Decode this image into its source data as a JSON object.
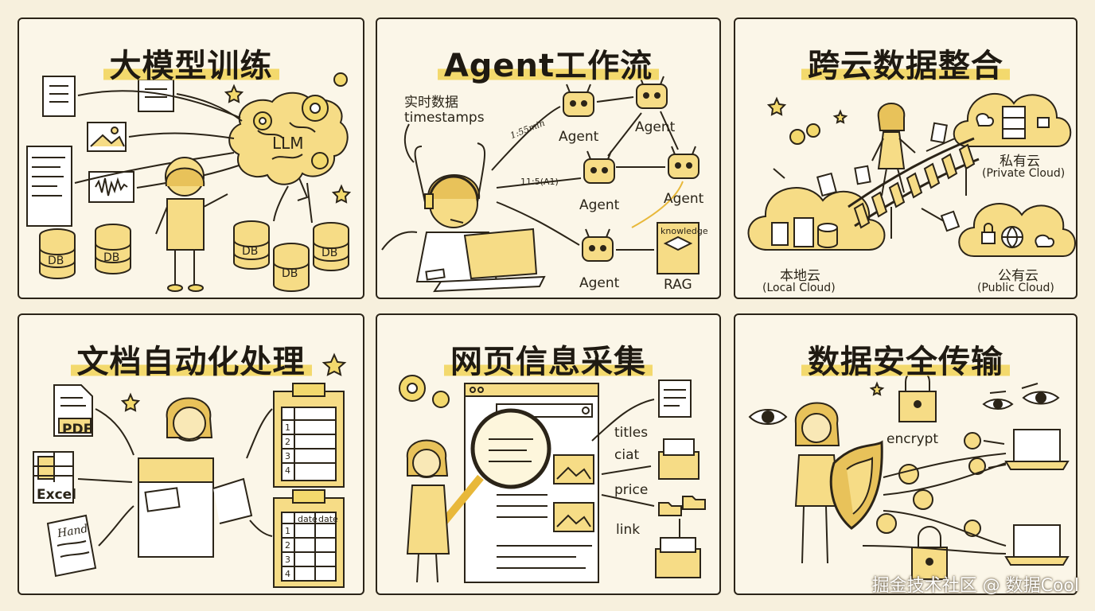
{
  "panels": {
    "llm": {
      "title": "大模型训练",
      "labels": {
        "brain": "LLM",
        "db1": "DB",
        "db2": "DB",
        "db3": "DB",
        "db4": "DB",
        "db5": "DB"
      }
    },
    "agent": {
      "title": "Agent工作流",
      "labels": {
        "realtime": "实时数据",
        "timestamps": "timestamps",
        "time1": "1:55min",
        "time2": "11:5(A1)",
        "agent1": "Agent",
        "agent2": "Agent",
        "agent3": "Agent",
        "agent4": "Agent",
        "agent5": "Agent",
        "knowledge": "knowledge",
        "rag": "RAG"
      }
    },
    "cloud": {
      "title": "跨云数据整合",
      "labels": {
        "private": "私有云",
        "private_en": "(Private Cloud)",
        "local": "本地云",
        "local_en": "(Local Cloud)",
        "public": "公有云",
        "public_en": "(Public Cloud)"
      }
    },
    "doc": {
      "title": "文档自动化处理",
      "labels": {
        "pdf": "PDF",
        "excel": "Excel",
        "hand": "Hand",
        "r1": "1",
        "r2": "2",
        "r3": "3",
        "r4": "4",
        "s1": "1",
        "s2": "2",
        "s3": "3",
        "s4": "4",
        "date1": "date",
        "date2": "date"
      }
    },
    "web": {
      "title": "网页信息采集",
      "labels": {
        "titles": "titles",
        "ciat": "ciat",
        "price": "price",
        "link": "link"
      }
    },
    "secure": {
      "title": "数据安全传输",
      "labels": {
        "encrypt": "encrypt"
      }
    }
  },
  "watermark": "掘金技术社区 @ 数据Cool",
  "colors": {
    "accent": "#f3d96d",
    "ink": "#2b2418",
    "fill": "#f6dc86",
    "paper": "#fbf6e8"
  }
}
